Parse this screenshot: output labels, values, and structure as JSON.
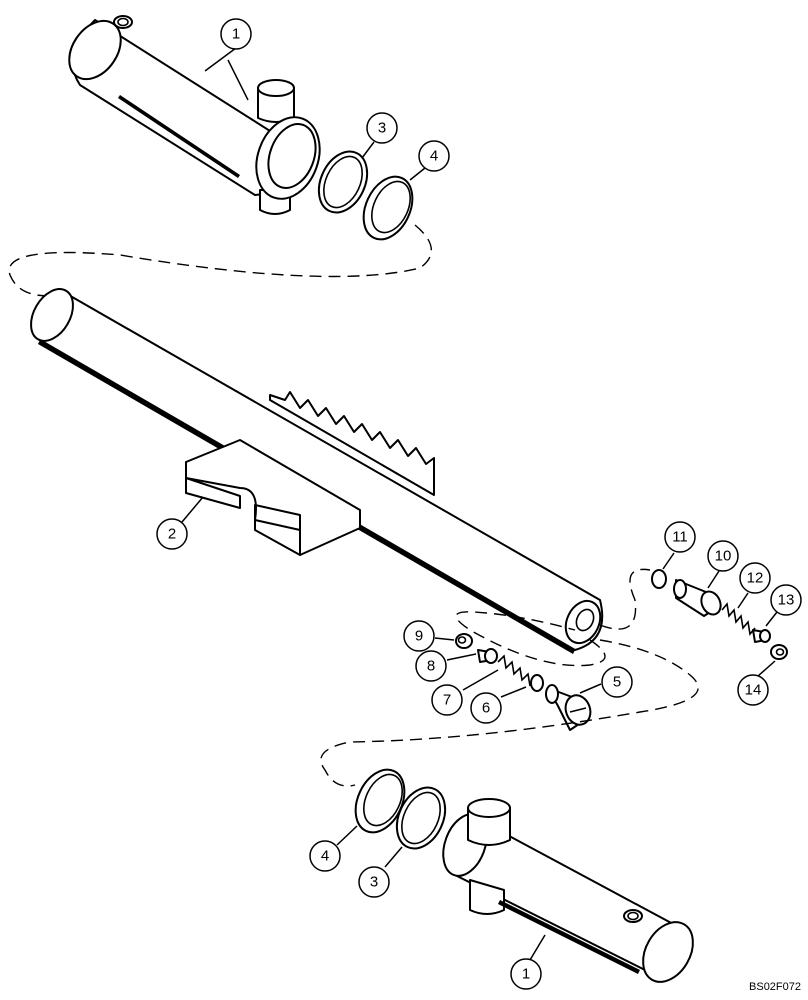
{
  "figure_code": "BS02F072",
  "callouts": [
    {
      "id": "c1-top",
      "label": "1"
    },
    {
      "id": "c2",
      "label": "2"
    },
    {
      "id": "c3-top",
      "label": "3"
    },
    {
      "id": "c4-top",
      "label": "4"
    },
    {
      "id": "c5",
      "label": "5"
    },
    {
      "id": "c6",
      "label": "6"
    },
    {
      "id": "c7",
      "label": "7"
    },
    {
      "id": "c8",
      "label": "8"
    },
    {
      "id": "c9",
      "label": "9"
    },
    {
      "id": "c10",
      "label": "10"
    },
    {
      "id": "c11",
      "label": "11"
    },
    {
      "id": "c12",
      "label": "12"
    },
    {
      "id": "c13",
      "label": "13"
    },
    {
      "id": "c14",
      "label": "14"
    },
    {
      "id": "c4-bottom",
      "label": "4"
    },
    {
      "id": "c3-bottom",
      "label": "3"
    },
    {
      "id": "c1-bottom",
      "label": "1"
    }
  ]
}
